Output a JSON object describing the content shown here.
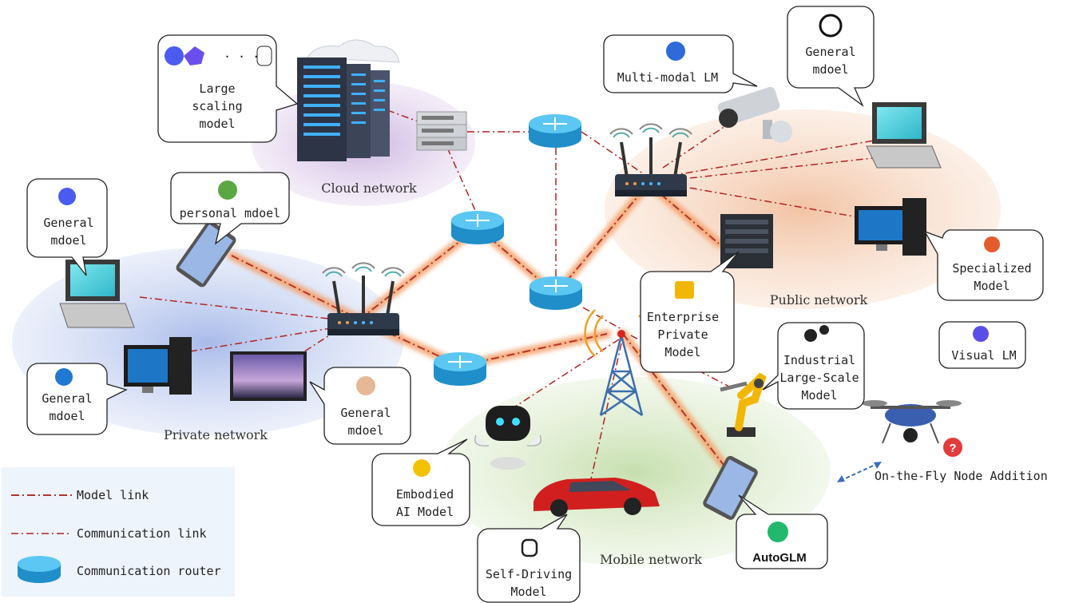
{
  "networks": {
    "cloud": "Cloud network",
    "public": "Public network",
    "private": "Private network",
    "mobile": "Mobile network"
  },
  "bubbles": {
    "large_scaling": [
      "Large",
      "scaling",
      "model"
    ],
    "multimodal": [
      "Multi-modal LM"
    ],
    "general_top": [
      "General",
      "mdoel"
    ],
    "general_left": [
      "General",
      "mdoel"
    ],
    "personal": [
      "personal mdoel"
    ],
    "general_pc": [
      "General",
      "mdoel"
    ],
    "general_tv": [
      "General",
      "mdoel"
    ],
    "specialized": [
      "Specialized",
      "Model"
    ],
    "enterprise": [
      "Enterprise",
      "Private",
      "Model"
    ],
    "industrial": [
      "Industrial",
      "Large-Scale",
      "Model"
    ],
    "visual": [
      "Visual LM"
    ],
    "embodied": [
      "Embodied",
      "AI Model"
    ],
    "self_driving": [
      "Self-Driving",
      "Model"
    ],
    "autoglm": [
      "AutoGLM"
    ]
  },
  "drone_label": "On-the-Fly Node Addition",
  "legend": {
    "model_link": "Model link",
    "comm_link": "Communication link",
    "comm_router": "Communication router"
  },
  "colors": {
    "model_link": "#f08a4b",
    "comm_link": "#b22222",
    "router": "#35a8e0",
    "cloud_bg": "#d9c6e8",
    "public_bg": "#f6d3bd",
    "private_bg": "#b9c8ec",
    "mobile_bg": "#d6e8c4"
  }
}
